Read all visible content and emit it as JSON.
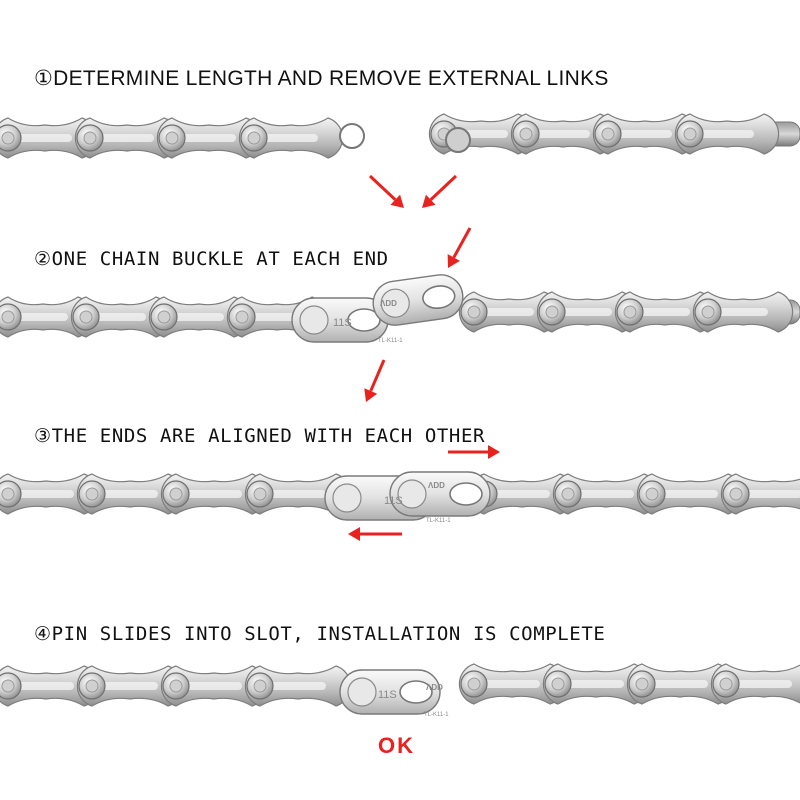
{
  "steps": [
    {
      "title": "①DETERMINE LENGTH AND REMOVE EXTERNAL LINKS"
    },
    {
      "title": "②ONE CHAIN BUCKLE AT EACH END"
    },
    {
      "title": "③THE ENDS ARE ALIGNED WITH EACH OTHER"
    },
    {
      "title": "④PIN SLIDES INTO SLOT, INSTALLATION IS COMPLETE"
    }
  ],
  "link_marking": {
    "speed": "11S",
    "brand": "ΛDD",
    "model": "TL-K11-1"
  },
  "result_label": "OK",
  "colors": {
    "arrow": "#e8231f",
    "ok": "#e8231f",
    "chain_metal": "#c9c9c9",
    "text": "#111111"
  }
}
